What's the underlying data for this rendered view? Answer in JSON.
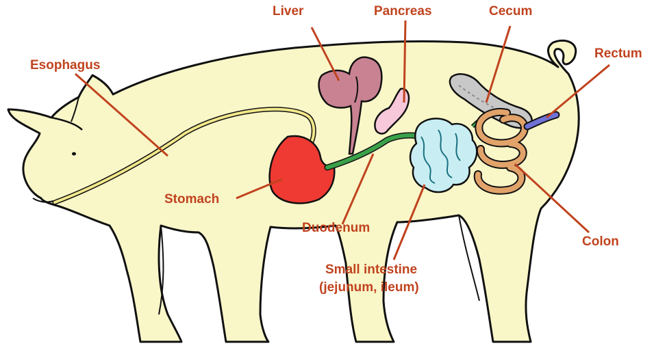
{
  "colors": {
    "label": "#c0431e",
    "body": "#f9f6c8",
    "outline": "#111111",
    "esophagus": "#f2e88a",
    "stomach": "#ee3a32",
    "liver": "#c98292",
    "pancreas": "#f6c8da",
    "duodenum": "#3aa14a",
    "small_intestine": "#c8eef3",
    "cecum": "#c8c8c8",
    "colon": "#e1a36a",
    "rectum": "#6f73d6"
  },
  "labels": {
    "liver": "Liver",
    "pancreas": "Pancreas",
    "cecum": "Cecum",
    "rectum": "Rectum",
    "esophagus": "Esophagus",
    "stomach": "Stomach",
    "duodenum": "Duodenum",
    "small_intestine_1": "Small intestine",
    "small_intestine_2": "(jejunum, ileum)",
    "colon": "Colon"
  }
}
